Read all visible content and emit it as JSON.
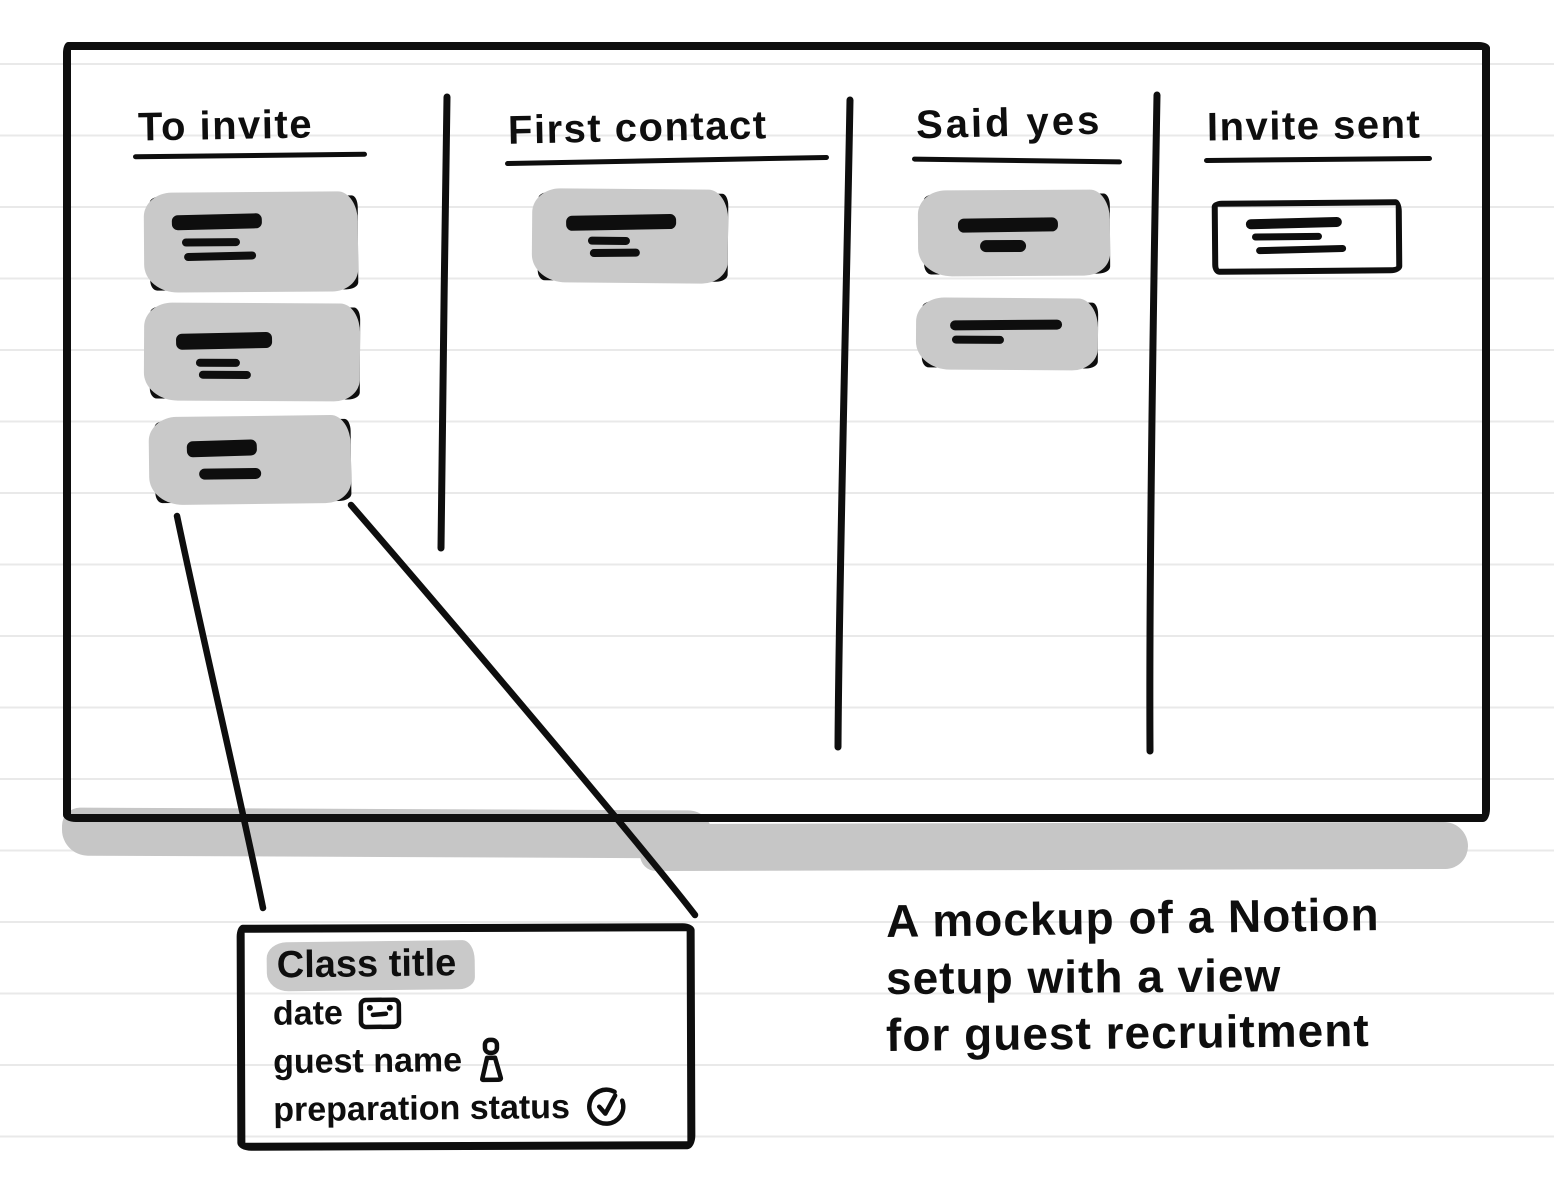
{
  "board": {
    "columns": [
      {
        "title": "To invite",
        "card_count": 3
      },
      {
        "title": "First contact",
        "card_count": 1
      },
      {
        "title": "Said yes",
        "card_count": 2
      },
      {
        "title": "Invite sent",
        "card_count": 1
      }
    ]
  },
  "callout": {
    "fields": [
      {
        "label": "Class title",
        "icon": "highlight"
      },
      {
        "label": "date",
        "icon": "calendar-icon"
      },
      {
        "label": "guest name",
        "icon": "person-icon"
      },
      {
        "label": "preparation status",
        "icon": "check-circle-icon"
      }
    ]
  },
  "caption": {
    "line1": "A mockup of a Notion",
    "line2": "setup with a view",
    "line3": "for guest recruitment"
  },
  "colors": {
    "ink": "#0e0e0e",
    "highlight": "#c9c9c9",
    "shadow": "#c6c6c6",
    "ruled-line": "#e9e9e9",
    "paper": "#ffffff"
  }
}
